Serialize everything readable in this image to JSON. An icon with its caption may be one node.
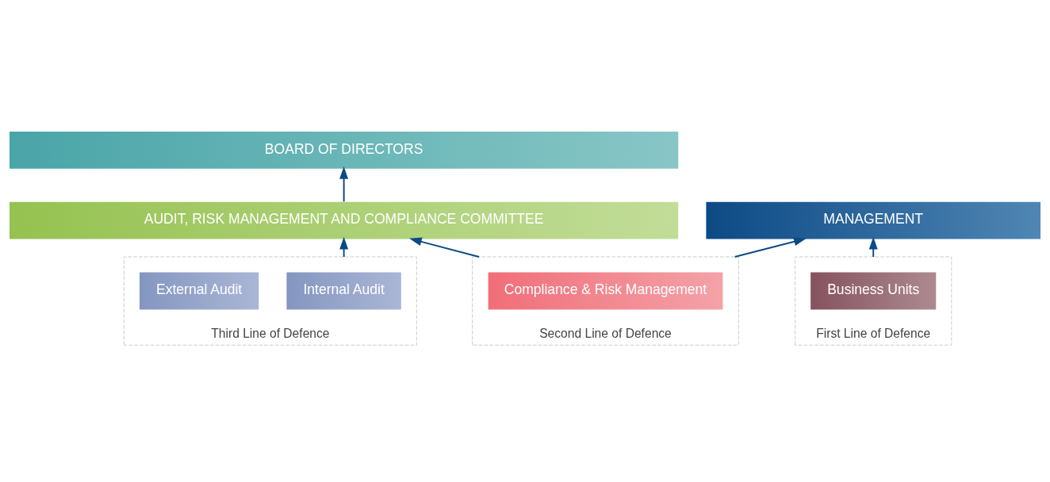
{
  "diagram": {
    "nodes": [
      {
        "text": [
          "BOARD OF DIRECTORS"
        ]
      },
      {
        "text": [
          "AUDIT, RISK MANAGEMENT AND COMPLIANCE COMMITTEE"
        ]
      },
      {
        "text": [
          "MANAGEMENT"
        ]
      },
      {
        "text": [
          "Third Line of Defence"
        ]
      },
      {
        "text": [
          "Internal Audit"
        ],
        "in": 3
      },
      {
        "text": [
          "External Audit"
        ],
        "in": 3
      },
      {
        "text": [
          "First Line of Defence"
        ]
      },
      {
        "text": [
          "Business Units"
        ],
        "in": 6
      },
      {
        "text": [
          "Second Line of Defence"
        ]
      },
      {
        "text": [
          "Compliance & Risk Management"
        ],
        "in": 8
      }
    ],
    "edges": [
      {
        "from": 1,
        "to": 0,
        "arrow": "to"
      },
      {
        "from": 3,
        "to": 1,
        "arrow": "to"
      },
      {
        "from": 8,
        "to": 1,
        "arrow": "to"
      },
      {
        "from": 6,
        "to": 2,
        "arrow": "to"
      },
      {
        "from": 8,
        "to": 2,
        "arrow": "to"
      }
    ]
  }
}
